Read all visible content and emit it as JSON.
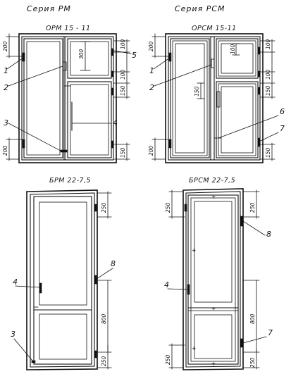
{
  "series_labels": {
    "left": "Серия РМ",
    "right": "Серия РСМ"
  },
  "drawings": {
    "orm": {
      "title": "ОРМ 15 - 11",
      "dims": [
        "200",
        "300",
        "100",
        "100",
        "150",
        "200",
        "150"
      ],
      "callouts": [
        "1",
        "2",
        "3",
        "4",
        "5"
      ]
    },
    "orsm": {
      "title": "ОРСМ 15-11",
      "dims": [
        "200",
        "100",
        "100",
        "150",
        "150",
        "100",
        "200",
        "150"
      ],
      "callouts": [
        "1",
        "2",
        "6",
        "7"
      ]
    },
    "brm": {
      "title": "БРМ 22-7,5",
      "dims": [
        "250",
        "800",
        "250"
      ],
      "callouts": [
        "4",
        "8",
        "3"
      ]
    },
    "brsm": {
      "title": "БРСМ 22-7,5",
      "dims": [
        "250",
        "250",
        "800",
        "250",
        "250"
      ],
      "callouts": [
        "8",
        "4",
        "7"
      ]
    }
  }
}
